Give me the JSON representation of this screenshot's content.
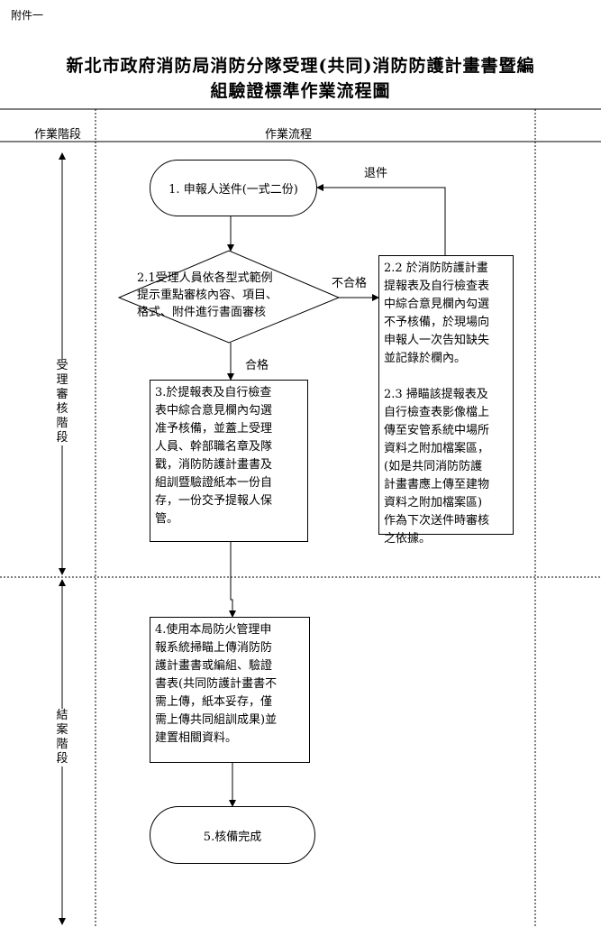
{
  "annex_label": "附件一",
  "title_line1": "新北市政府消防局消防分隊受理(共同)消防防護計畫書暨編",
  "title_line2": "組驗證標準作業流程圖",
  "headers": {
    "stage": "作業階段",
    "process": "作業流程"
  },
  "stages": [
    {
      "label": "受\n理\n審\n核\n階\n段"
    },
    {
      "label": "結\n案\n階\n段"
    }
  ],
  "nodes": {
    "n1": "1. 申報人送件(一式二份)",
    "n21": "2.1受理人員依各型式範例\n提示重點審核內容、項目、\n格式、附件進行書面審核",
    "n22": "2.2 於消防防護計畫\n提報表及自行檢查表\n中綜合意見欄內勾選\n不予核備，於現場向\n申報人一次告知缺失\n並記錄於欄內。\n\n2.3 掃瞄該提報表及\n自行檢查表影像檔上\n傳至安管系統中場所\n資料之附加檔案區，\n(如是共同消防防護\n計畫書應上傳至建物\n資料之附加檔案區)\n作為下次送件時審核\n之依據。",
    "n3": "3.於提報表及自行檢查\n表中綜合意見欄內勾選\n准予核備，並蓋上受理\n人員、幹部職名章及隊\n戳，消防防護計畫書及\n組訓暨驗證紙本一份自\n存，一份交予提報人保\n管。",
    "n4": "4.使用本局防火管理申\n報系統掃瞄上傳消防防\n護計畫書或編組、驗證\n書表(共同防護計畫書不\n需上傳，紙本妥存，僅\n需上傳共同組訓成果)並\n建置相關資料。",
    "n5": "5.核備完成"
  },
  "edge_labels": {
    "return": "退件",
    "fail": "不合格",
    "pass": "合格"
  }
}
